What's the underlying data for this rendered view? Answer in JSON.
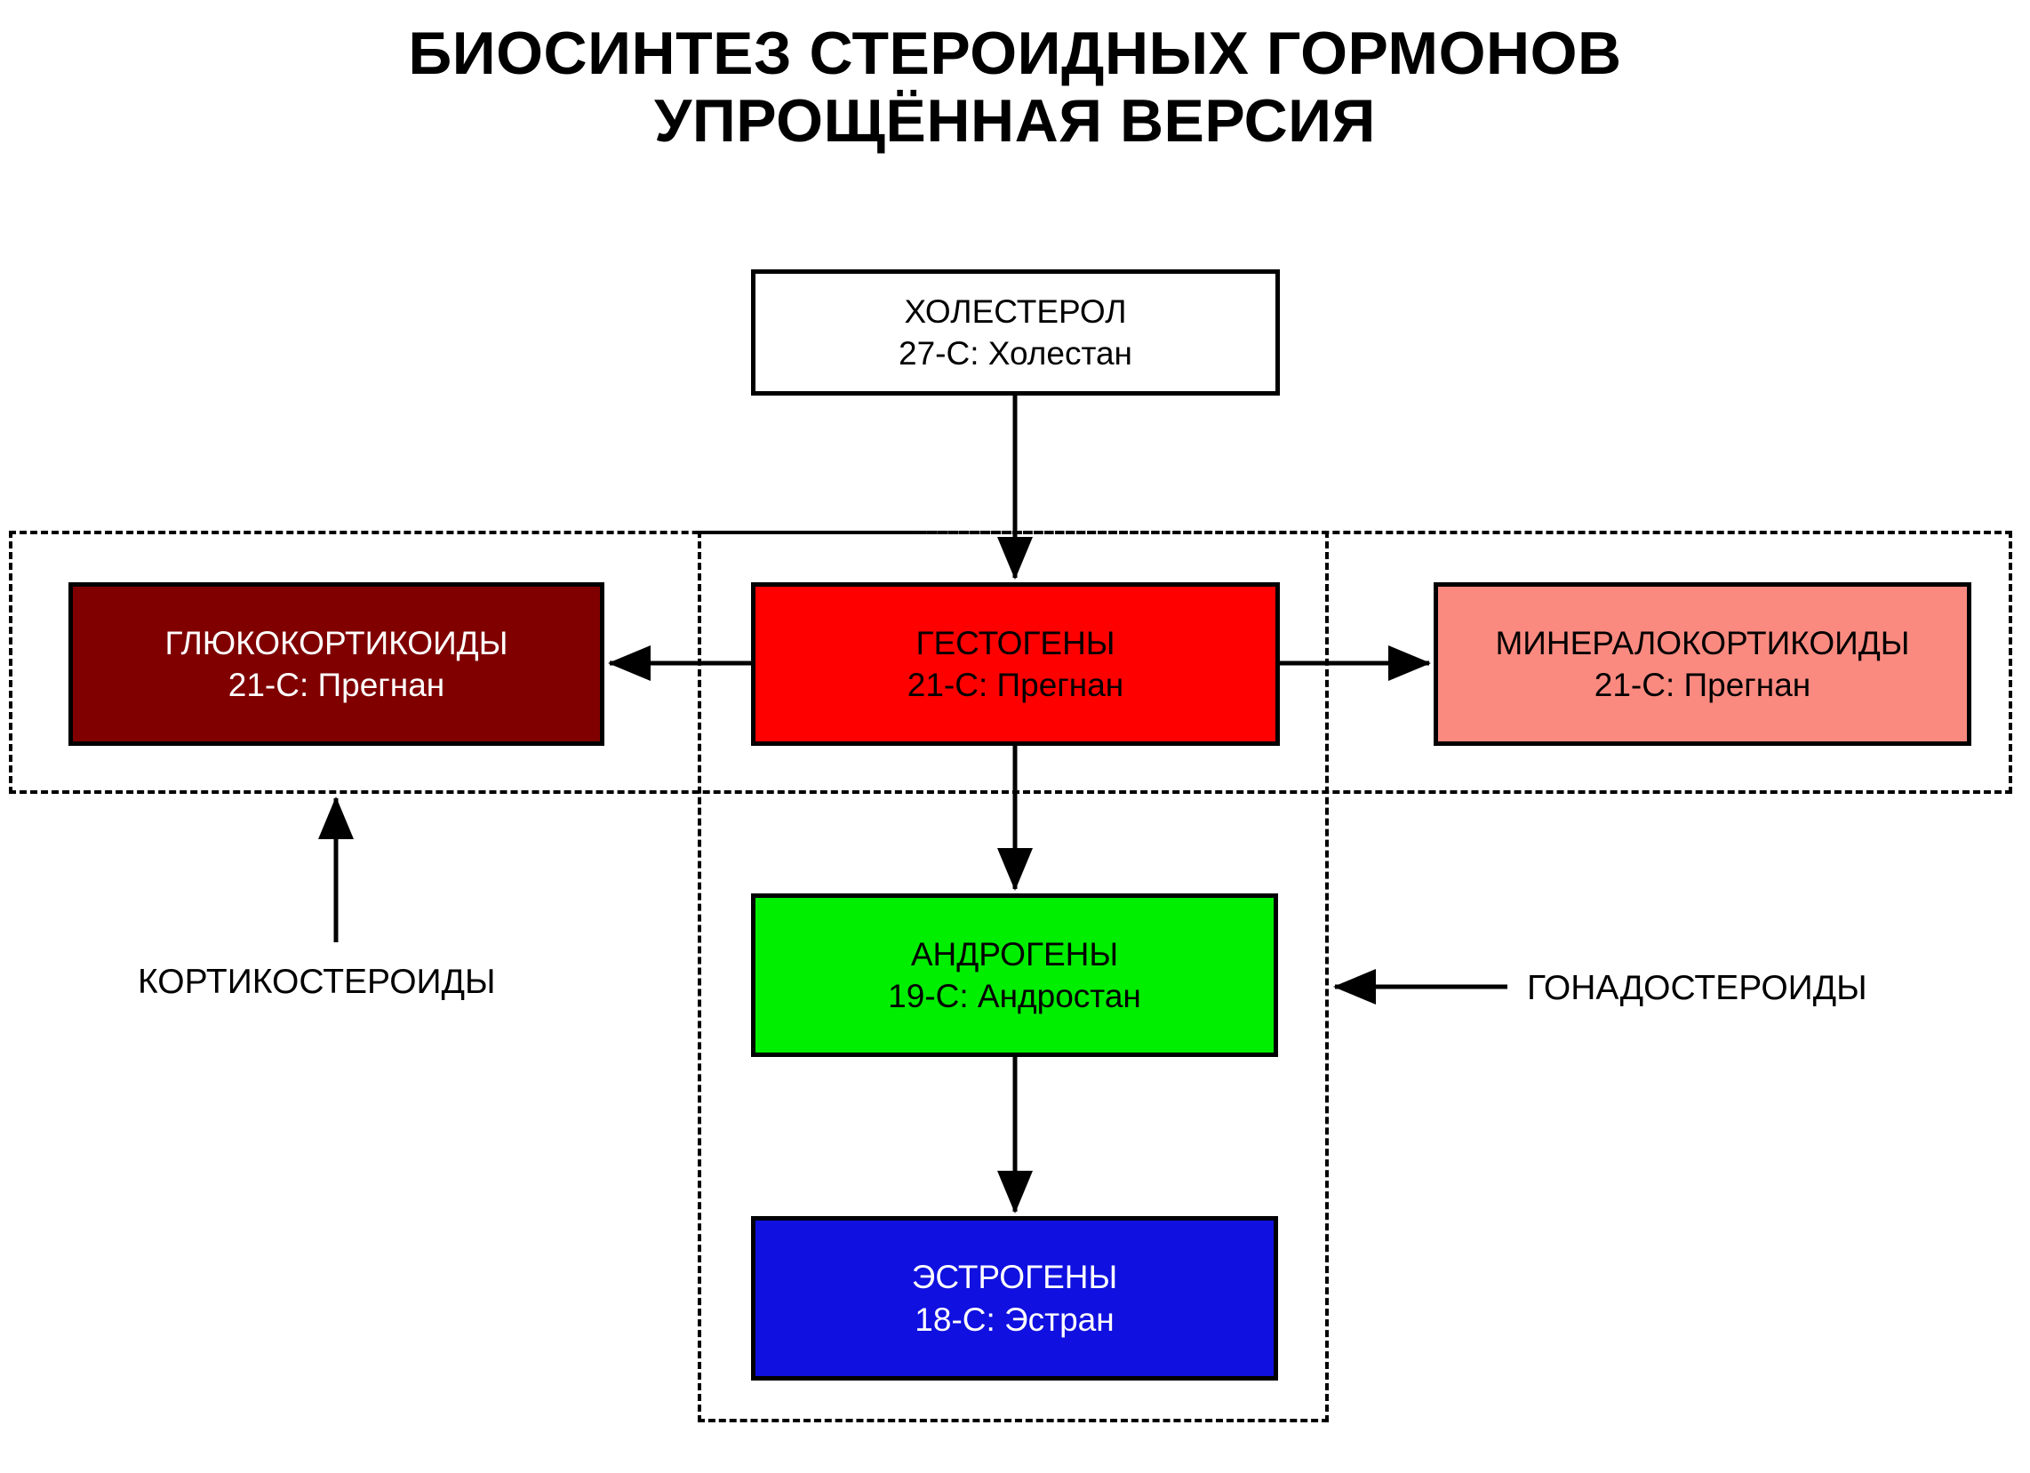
{
  "title": {
    "line1": "БИОСИНТЕЗ СТЕРОИДНЫХ ГОРМОНОВ",
    "line2": "УПРОЩЁННАЯ ВЕРСИЯ"
  },
  "nodes": {
    "cholesterol": {
      "name": "ХОЛЕСТЕРОЛ",
      "formula": "27-С: Холестан",
      "fill": "#ffffff",
      "text_color": "#000000"
    },
    "glucocorticoids": {
      "name": "ГЛЮКОКОРТИКОИДЫ",
      "formula": "21-С: Прегнан",
      "fill": "#800000",
      "text_color": "#ffffff"
    },
    "gestagens": {
      "name": "ГЕСТОГЕНЫ",
      "formula": "21-С: Прегнан",
      "fill": "#ff0000",
      "text_color": "#000000"
    },
    "mineralocorticoids": {
      "name": "МИНЕРАЛОКОРТИКОИДЫ",
      "formula": "21-С: Прегнан",
      "fill": "#fa8a80",
      "text_color": "#000000"
    },
    "androgens": {
      "name": "АНДРОГЕНЫ",
      "formula": "19-С: Андростан",
      "fill": "#00ee00",
      "text_color": "#000000"
    },
    "estrogens": {
      "name": "ЭСТРОГЕНЫ",
      "formula": "18-С: Эстран",
      "fill": "#1010e0",
      "text_color": "#ffffff"
    }
  },
  "groups": {
    "corticosteroids_label": "КОРТИКОСТЕРОИДЫ",
    "gonadosteroids_label": "ГОНАДОСТЕРОИДЫ"
  },
  "flow": {
    "edges": [
      {
        "from": "cholesterol",
        "to": "gestagens",
        "direction": "down"
      },
      {
        "from": "gestagens",
        "to": "glucocorticoids",
        "direction": "left"
      },
      {
        "from": "gestagens",
        "to": "mineralocorticoids",
        "direction": "right"
      },
      {
        "from": "gestagens",
        "to": "androgens",
        "direction": "down"
      },
      {
        "from": "androgens",
        "to": "estrogens",
        "direction": "down"
      },
      {
        "from": "corticosteroids_label",
        "to": "corticosteroid-group",
        "direction": "up"
      },
      {
        "from": "gonadosteroids_label",
        "to": "gonadosteroid-group",
        "direction": "left"
      }
    ]
  },
  "palette": {
    "stroke": "#000000",
    "background": "#ffffff"
  }
}
